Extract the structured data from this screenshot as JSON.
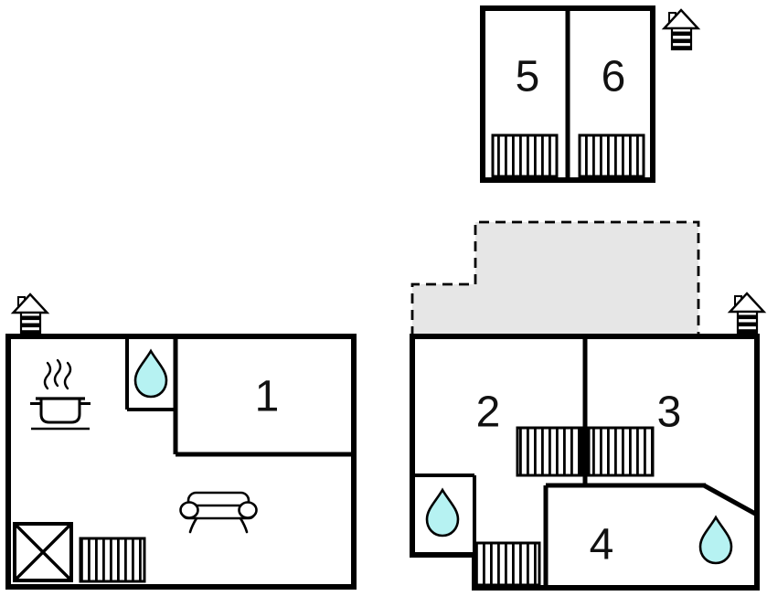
{
  "plan": {
    "rooms": [
      {
        "label": "1"
      },
      {
        "label": "2"
      },
      {
        "label": "3"
      },
      {
        "label": "4"
      },
      {
        "label": "5"
      },
      {
        "label": "6"
      }
    ],
    "colors": {
      "wall": "#000000",
      "background": "#ffffff",
      "water_drop_fill": "#b6f2f2",
      "terrace_fill": "#e6e6e6",
      "text": "#111111"
    },
    "icons": {
      "water_drop": "water-drop (bath/shower)",
      "bed": "striped bed/berth",
      "stove": "stove with steaming pot",
      "sofa": "sofa",
      "house": "house with chimney (building marker)",
      "crossed_square": "crossed square (shower/closet)",
      "terrace": "dashed open terrace area"
    }
  }
}
